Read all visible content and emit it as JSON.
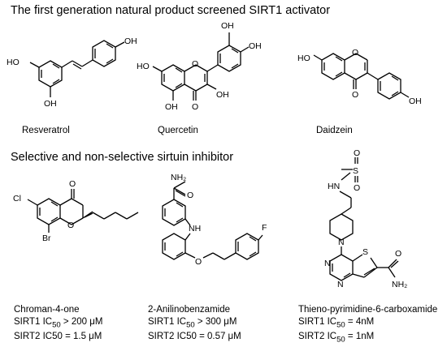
{
  "sections": [
    {
      "title": "The first generation natural product screened SIRT1 activator"
    },
    {
      "title": "Selective and non-selective sirtuin inhibitor"
    }
  ],
  "activators": [
    {
      "name": "Resveratrol"
    },
    {
      "name": "Quercetin"
    },
    {
      "name": "Daidzein"
    }
  ],
  "inhibitors": [
    {
      "name": "Chroman-4-one",
      "sirt1_prefix": "SIRT1 IC",
      "sirt1_sub": "50",
      "sirt1_value": " > 200 μM",
      "sirt2_text": "SIRT2 IC50 = 1.5 μM"
    },
    {
      "name": "2-Anilinobenzamide",
      "sirt1_prefix": "SIRT1 IC",
      "sirt1_sub": "50",
      "sirt1_value": " > 300 μM",
      "sirt2_text": "SIRT2 IC50 = 0.57 μM"
    },
    {
      "name": "Thieno-pyrimidine-6-carboxamide",
      "sirt1_prefix": "SIRT1 IC",
      "sirt1_sub": "50",
      "sirt1_value": " = 4nM",
      "sirt2_prefix": "SIRT2 IC",
      "sirt2_sub": "50",
      "sirt2_value": " = 1nM"
    }
  ],
  "atoms": {
    "ho": "HO",
    "oh": "OH",
    "o": "O",
    "nh2": "NH₂",
    "nh": "NH",
    "hn": "HN",
    "n": "N",
    "s": "S",
    "cl": "Cl",
    "br": "Br",
    "f": "F"
  }
}
